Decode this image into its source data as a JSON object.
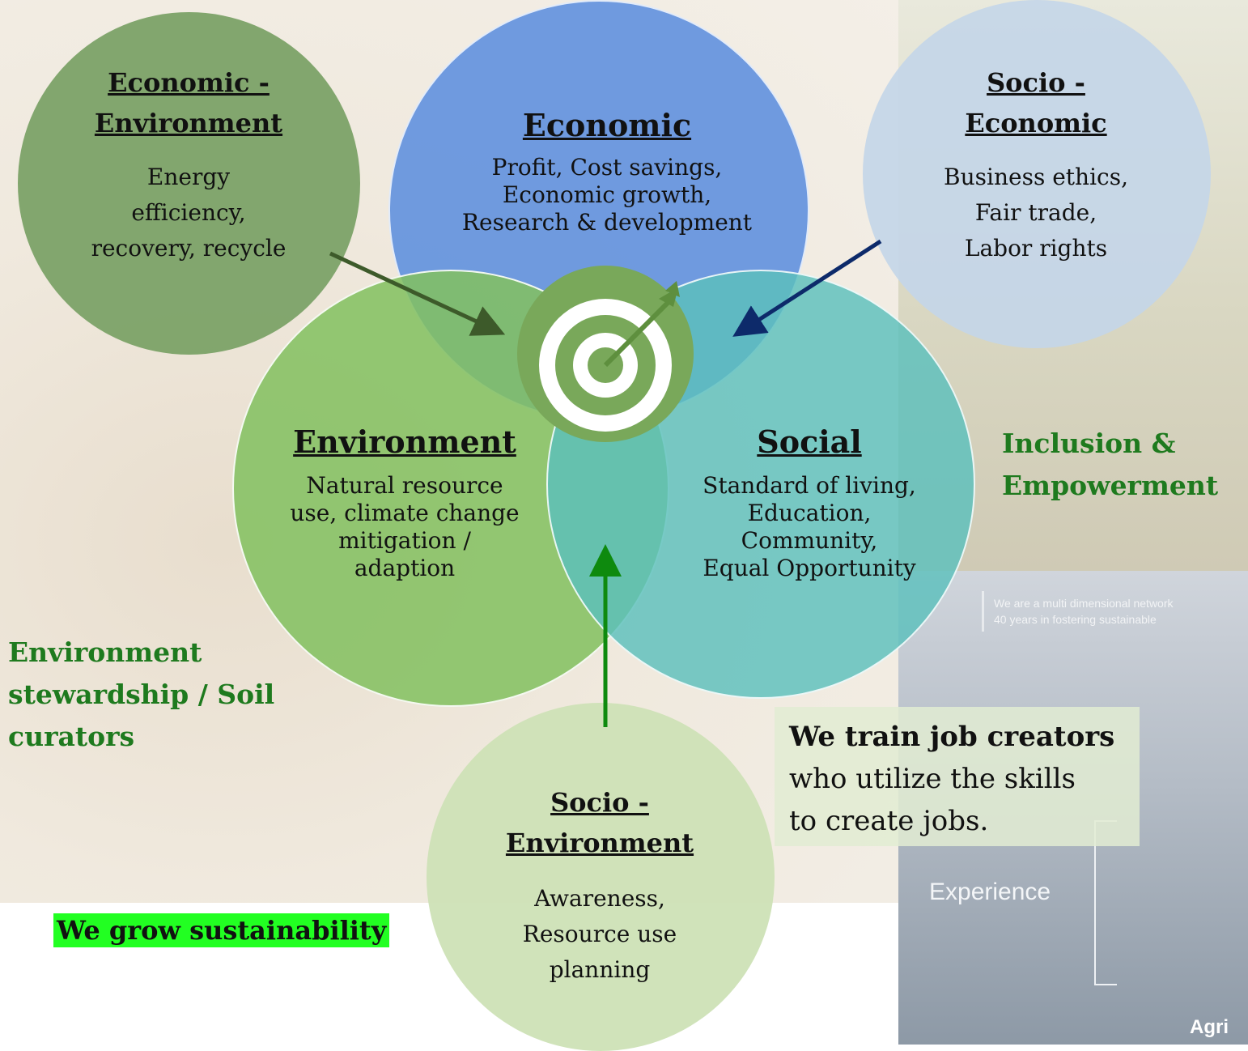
{
  "background": {
    "slide_tagline_1": "We are a multi dimensional network",
    "slide_tagline_2": "40 years in fostering sustainable",
    "slide_experience": "Experience",
    "slide_logo": "Agri"
  },
  "circles": {
    "economic": {
      "title": "Economic",
      "body": "Profit, Cost savings,\nEconomic growth,\nResearch & development"
    },
    "environment": {
      "title": "Environment",
      "body": "Natural resource\nuse, climate change\nmitigation /\nadaption"
    },
    "social": {
      "title": "Social",
      "body": "Standard of living,\nEducation,\nCommunity,\nEqual Opportunity"
    },
    "economic_environment": {
      "title": "Economic -\nEnvironment",
      "body": "Energy\nefficiency,\nrecovery, recycle"
    },
    "socio_economic": {
      "title": "Socio -\nEconomic",
      "body": "Business ethics,\nFair trade,\nLabor rights"
    },
    "socio_environment": {
      "title": "Socio -\nEnvironment",
      "body": "Awareness,\nResource use\nplanning"
    }
  },
  "labels": {
    "inclusion": "Inclusion &\nEmpowerment",
    "stewardship": "Environment\nstewardship / Soil\ncurators",
    "grow": "We grow sustainability",
    "jobs_bold": "We train job creators",
    "jobs_rest": "who utilize the skills\nto create jobs."
  },
  "colors": {
    "economic": "#5c8ede",
    "environment": "#82c060",
    "social": "#5cc0bc",
    "economic_environment": "#769e62",
    "socio_economic": "#c4d6e8",
    "socio_environment": "#cde2b6",
    "label_green": "#1e7a1e",
    "highlight": "#22ff22",
    "target": "#79a85a"
  },
  "icons": [
    "target-icon",
    "arrow-icon"
  ]
}
